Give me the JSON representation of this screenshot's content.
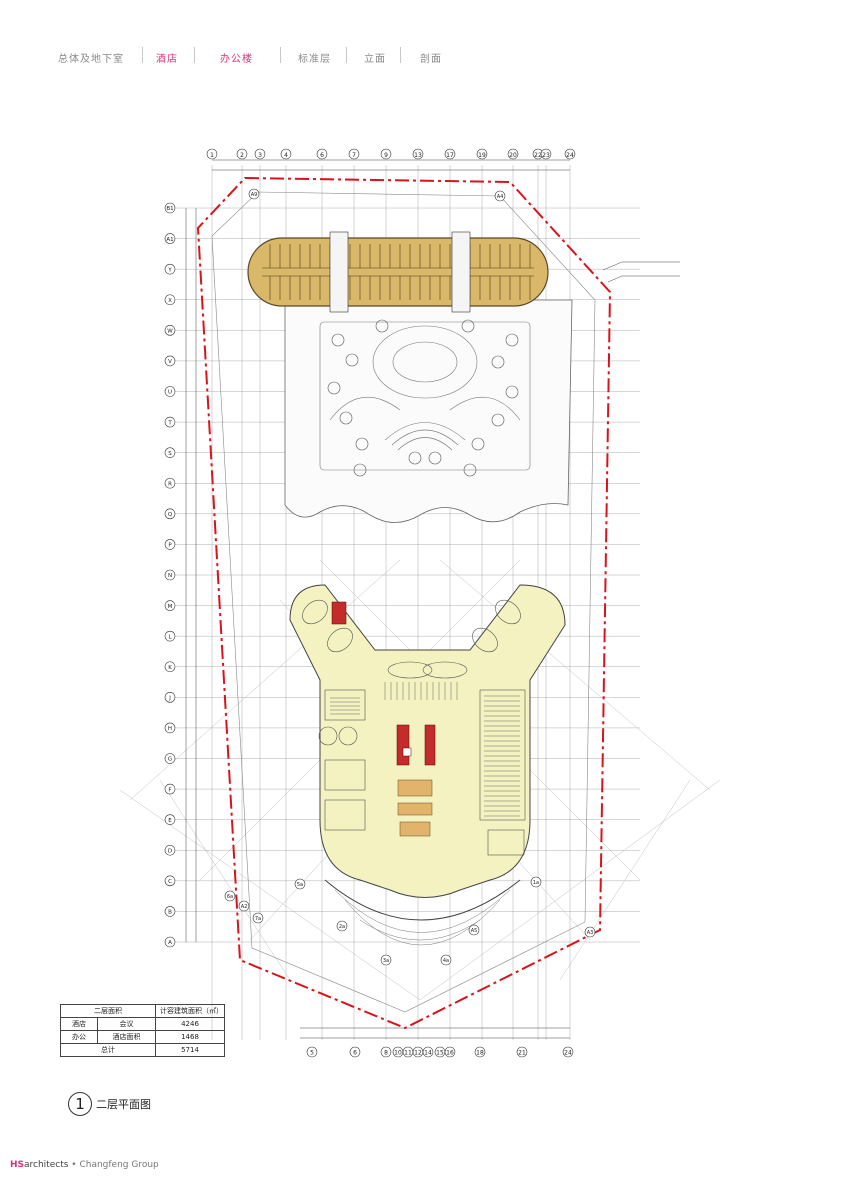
{
  "nav": {
    "tabs": [
      {
        "label": "总体及地下室",
        "active": false
      },
      {
        "label": "酒店",
        "active": true
      },
      {
        "label": "办公楼",
        "active": true
      },
      {
        "label": "标准层",
        "active": false
      },
      {
        "label": "立面",
        "active": false
      },
      {
        "label": "剖面",
        "active": false
      }
    ]
  },
  "drawing": {
    "title_number": "1",
    "title": "二层平面图",
    "top_axis_labels": [
      "1",
      "2",
      "3",
      "4",
      "6",
      "7",
      "9",
      "13",
      "17",
      "19",
      "20",
      "22",
      "23",
      "24"
    ],
    "bottom_axis_labels": [
      "5",
      "6",
      "8",
      "10",
      "11",
      "12",
      "14",
      "15",
      "16",
      "18",
      "21",
      "24"
    ],
    "left_axis_labels": [
      "B1",
      "A1",
      "Y",
      "X",
      "W",
      "V",
      "U",
      "T",
      "S",
      "R",
      "Q",
      "P",
      "N",
      "M",
      "L",
      "K",
      "J",
      "H",
      "G",
      "F",
      "E",
      "D",
      "C",
      "B",
      "A"
    ],
    "plan_callouts": [
      "A9",
      "A4",
      "A2",
      "A3",
      "A5",
      "2a",
      "3a",
      "4a",
      "5a",
      "1a",
      "6a",
      "7a"
    ]
  },
  "area_table": {
    "header": [
      "二层面积",
      "计容建筑面积（㎡）"
    ],
    "rows": [
      [
        "酒店",
        "会议",
        "4246"
      ],
      [
        "办公",
        "酒店面积",
        "1468"
      ],
      [
        "",
        "总计",
        "5714"
      ]
    ]
  },
  "footer": {
    "brand_hs": "HS",
    "brand_architects": "architects",
    "separator": " • ",
    "group": "Changfeng Group"
  },
  "colors": {
    "accent": "#d6337a",
    "boundary_red": "#d8131b",
    "office_fill": "#f3f2c0",
    "hotel_fill": "#d9b86a",
    "core_red": "#c42c2c"
  }
}
